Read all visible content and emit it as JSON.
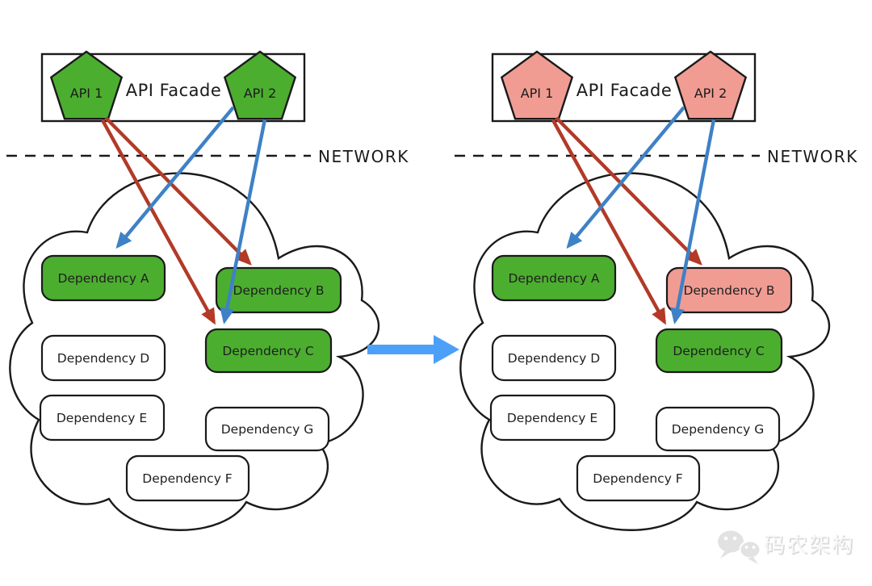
{
  "colors": {
    "green": "#4cae2f",
    "pink": "#f19c93",
    "box_white": "#ffffff",
    "red_arrow": "#b23a27",
    "blue_arrow": "#3e81c6",
    "big_arrow": "#4da0f8",
    "outline": "#1a1a1a",
    "watermark_gray": "#e2e2e2"
  },
  "network": {
    "label": "NETWORK"
  },
  "panels": [
    {
      "facade": {
        "label": "API Facade",
        "api1": "API 1",
        "api2": "API 2"
      },
      "deps": [
        {
          "label": "Dependency A"
        },
        {
          "label": "Dependency B"
        },
        {
          "label": "Dependency C"
        },
        {
          "label": "Dependency D"
        },
        {
          "label": "Dependency E"
        },
        {
          "label": "Dependency G"
        },
        {
          "label": "Dependency F"
        }
      ]
    },
    {
      "facade": {
        "label": "API Facade",
        "api1": "API 1",
        "api2": "API 2"
      },
      "deps": [
        {
          "label": "Dependency A"
        },
        {
          "label": "Dependency B"
        },
        {
          "label": "Dependency C"
        },
        {
          "label": "Dependency D"
        },
        {
          "label": "Dependency E"
        },
        {
          "label": "Dependency G"
        },
        {
          "label": "Dependency F"
        }
      ]
    }
  ],
  "watermark": {
    "label": "码农架构"
  }
}
